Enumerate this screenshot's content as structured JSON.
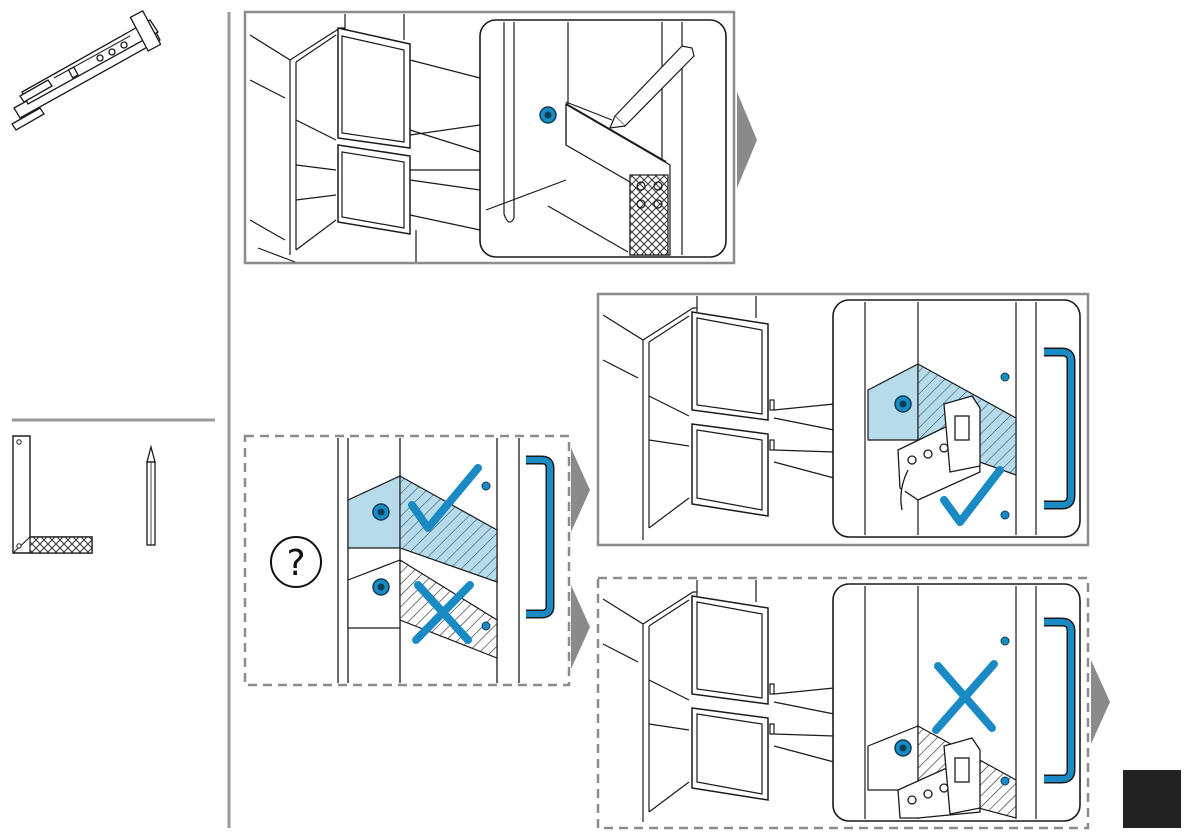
{
  "page": {
    "question_symbol": "?",
    "colors": {
      "accent_blue": "#1a8ac4",
      "light_blue": "#b7dbe9",
      "frame_gray": "#8c8c8c",
      "divider_gray": "#999999",
      "arrow_gray": "#8a8a8a",
      "line": "#1a1a1a",
      "page_tab": "#222222"
    }
  },
  "tools": {
    "items": [
      {
        "name": "hinge-rail",
        "icon": "hinge-rail-icon"
      },
      {
        "name": "set-square",
        "icon": "set-square-icon"
      },
      {
        "name": "pencil",
        "icon": "pencil-icon"
      }
    ]
  },
  "steps": [
    {
      "id": "mark-hole-position",
      "result": "step"
    },
    {
      "id": "check-alignment",
      "result": "question"
    },
    {
      "id": "alignment-correct",
      "result": "correct"
    },
    {
      "id": "alignment-incorrect",
      "result": "incorrect"
    }
  ],
  "symbols": {
    "check": "check-icon",
    "cross": "cross-icon",
    "arrow": "next-step-arrow-icon"
  }
}
